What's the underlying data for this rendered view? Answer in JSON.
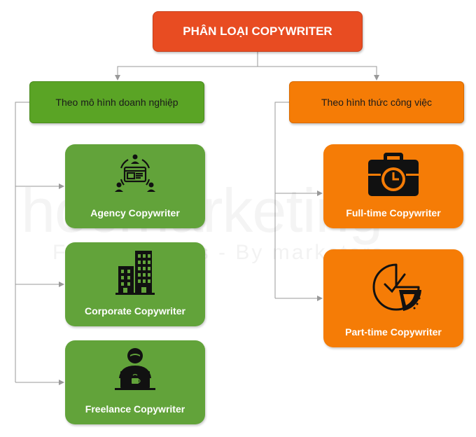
{
  "root": {
    "label": "PHÂN LOẠI COPYWRITER"
  },
  "left_branch": {
    "label": "Theo mô hình doanh nghiệp",
    "items": [
      {
        "label": "Agency Copywriter",
        "icon": "agency-team-icon"
      },
      {
        "label": "Corporate Copywriter",
        "icon": "buildings-icon"
      },
      {
        "label": "Freelance Copywriter",
        "icon": "person-laptop-icon"
      }
    ]
  },
  "right_branch": {
    "label": "Theo hình thức công việc",
    "items": [
      {
        "label": "Full-time Copywriter",
        "icon": "briefcase-clock-icon"
      },
      {
        "label": "Part-time Copywriter",
        "icon": "partial-clock-icon"
      }
    ]
  },
  "watermark": {
    "main": "hocmarketing",
    "sub": "For marketers - By marketers"
  },
  "colors": {
    "root": "#e84c22",
    "green": "#5aa425",
    "green_card": "#62a33a",
    "orange": "#f57c06",
    "connector": "#999999"
  }
}
